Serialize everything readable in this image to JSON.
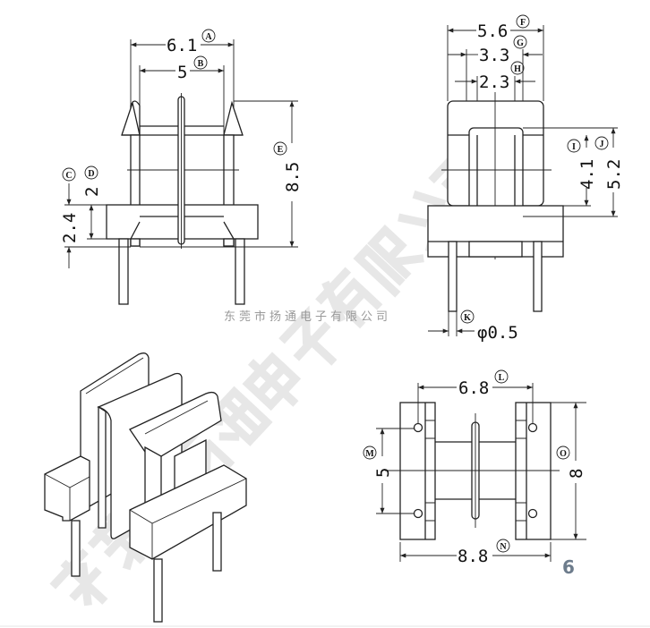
{
  "front_view": {
    "dims": {
      "A": "6.1",
      "B": "5",
      "C": "2.4",
      "D": "2",
      "E": "8.5"
    },
    "labels": {
      "A": "A",
      "B": "B",
      "C": "C",
      "D": "D",
      "E": "E"
    }
  },
  "side_view": {
    "dims": {
      "F": "5.6",
      "G": "3.3",
      "H": "2.3",
      "I": "4.1",
      "J": "5.2",
      "K": "φ0.5"
    },
    "labels": {
      "F": "F",
      "G": "G",
      "H": "H",
      "I": "I",
      "J": "J",
      "K": "K"
    }
  },
  "bottom_view": {
    "dims": {
      "L": "6.8",
      "M": "5",
      "N": "8.8",
      "O": "8"
    },
    "labels": {
      "L": "L",
      "M": "M",
      "N": "N",
      "O": "O"
    }
  },
  "watermark": {
    "large": "东莞市扬通电子有限公司",
    "small": "东莞市扬通电子有限公司"
  },
  "page_number": "6",
  "colors": {
    "line": "#222222",
    "page_number": "#6d7c8c",
    "watermark": "#cfcfcf"
  }
}
